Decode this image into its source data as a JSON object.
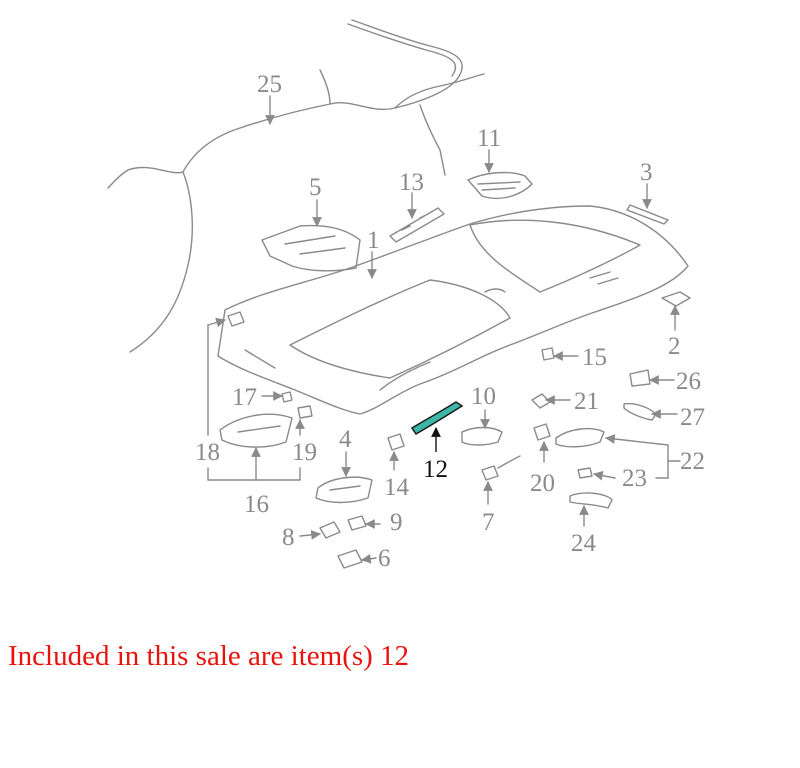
{
  "caption": "Included in this sale are item(s) 12",
  "colors": {
    "line": "#8a8a8a",
    "label": "#8a8a8a",
    "highlight_part": "#3cb8a6",
    "highlight_label": "#111111",
    "caption": "#e8130c"
  },
  "diagram": {
    "highlighted_item": "12",
    "labels": {
      "n1": "1",
      "n2": "2",
      "n3": "3",
      "n4": "4",
      "n5": "5",
      "n6": "6",
      "n7": "7",
      "n8": "8",
      "n9": "9",
      "n10": "10",
      "n11": "11",
      "n12": "12",
      "n13": "13",
      "n14": "14",
      "n15": "15",
      "n16": "16",
      "n17": "17",
      "n18": "18",
      "n19": "19",
      "n20": "20",
      "n21": "21",
      "n22": "22",
      "n23": "23",
      "n24": "24",
      "n25": "25",
      "n26": "26",
      "n27": "27"
    }
  }
}
